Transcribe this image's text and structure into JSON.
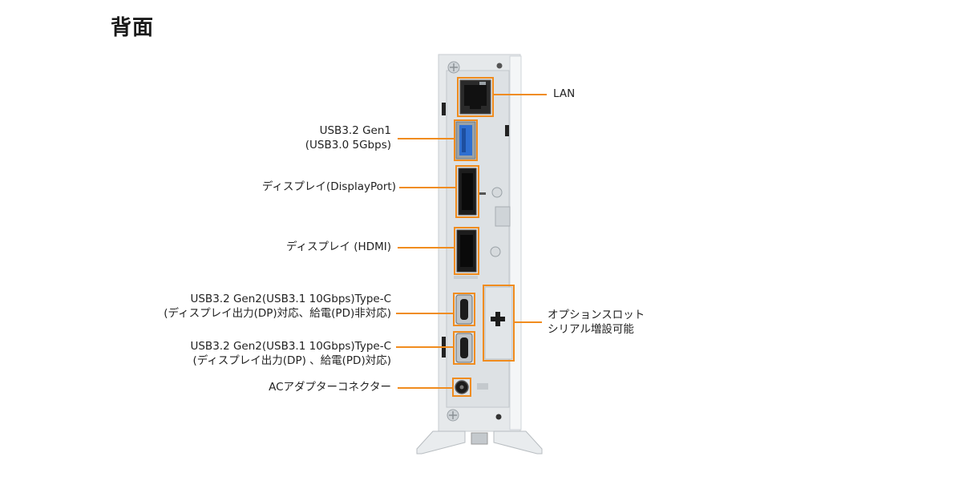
{
  "page": {
    "title": "背面"
  },
  "callouts": {
    "lan": {
      "lines": [
        "LAN"
      ]
    },
    "usb32_gen1": {
      "lines": [
        "USB3.2 Gen1",
        "(USB3.0 5Gbps)"
      ]
    },
    "displayport": {
      "lines": [
        "ディスプレイ(DisplayPort)"
      ]
    },
    "hdmi": {
      "lines": [
        "ディスプレイ (HDMI)"
      ]
    },
    "usbc_1": {
      "lines": [
        "USB3.2 Gen2(USB3.1 10Gbps)Type-C",
        "(ディスプレイ出力(DP)対応、給電(PD)非対応)"
      ]
    },
    "usbc_2": {
      "lines": [
        "USB3.2 Gen2(USB3.1 10Gbps)Type-C",
        "(ディスプレイ出力(DP) 、給電(PD)対応)"
      ]
    },
    "ac_adapter": {
      "lines": [
        "ACアダプターコネクター"
      ]
    },
    "option_slot": {
      "lines": [
        "オプションスロット",
        "シリアル増設可能"
      ]
    }
  },
  "colors": {
    "accent": "#f08c1e",
    "chassis": "#e9ecee",
    "port": "#1c1c1c",
    "usb_blue": "#2f6fd1"
  }
}
